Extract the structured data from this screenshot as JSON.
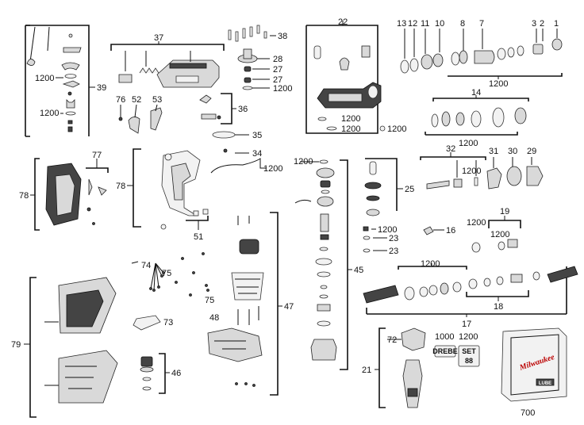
{
  "parts": [
    {
      "id": "39",
      "label": "39"
    },
    {
      "id": "37",
      "label": "37"
    },
    {
      "id": "38",
      "label": "38"
    },
    {
      "id": "28",
      "label": "28"
    },
    {
      "id": "27a",
      "label": "27"
    },
    {
      "id": "27b",
      "label": "27"
    },
    {
      "id": "1200a",
      "label": "1200"
    },
    {
      "id": "36",
      "label": "36"
    },
    {
      "id": "76",
      "label": "76"
    },
    {
      "id": "52",
      "label": "52"
    },
    {
      "id": "53",
      "label": "53"
    },
    {
      "id": "35",
      "label": "35"
    },
    {
      "id": "34",
      "label": "34"
    },
    {
      "id": "1200b",
      "label": "1200"
    },
    {
      "id": "22",
      "label": "22"
    },
    {
      "id": "1200c",
      "label": "1200"
    },
    {
      "id": "1200d",
      "label": "1200"
    },
    {
      "id": "1200e",
      "label": "1200"
    },
    {
      "id": "13",
      "label": "13"
    },
    {
      "id": "12",
      "label": "12"
    },
    {
      "id": "11",
      "label": "11"
    },
    {
      "id": "10",
      "label": "10"
    },
    {
      "id": "8",
      "label": "8"
    },
    {
      "id": "7",
      "label": "7"
    },
    {
      "id": "3",
      "label": "3"
    },
    {
      "id": "2",
      "label": "2"
    },
    {
      "id": "1",
      "label": "1"
    },
    {
      "id": "1200f",
      "label": "1200"
    },
    {
      "id": "14",
      "label": "14"
    },
    {
      "id": "1200g",
      "label": "1200"
    },
    {
      "id": "32",
      "label": "32"
    },
    {
      "id": "1200h",
      "label": "1200"
    },
    {
      "id": "31",
      "label": "31"
    },
    {
      "id": "30",
      "label": "30"
    },
    {
      "id": "29",
      "label": "29"
    },
    {
      "id": "77",
      "label": "77"
    },
    {
      "id": "78a",
      "label": "78"
    },
    {
      "id": "78b",
      "label": "78"
    },
    {
      "id": "51",
      "label": "51"
    },
    {
      "id": "1200i",
      "label": "1200"
    },
    {
      "id": "25",
      "label": "25"
    },
    {
      "id": "1200j",
      "label": "1200"
    },
    {
      "id": "16",
      "label": "16"
    },
    {
      "id": "23a",
      "label": "23"
    },
    {
      "id": "23b",
      "label": "23"
    },
    {
      "id": "45",
      "label": "45"
    },
    {
      "id": "19",
      "label": "19"
    },
    {
      "id": "1200k",
      "label": "1200"
    },
    {
      "id": "1200l",
      "label": "1200"
    },
    {
      "id": "1200m",
      "label": "1200"
    },
    {
      "id": "18",
      "label": "18"
    },
    {
      "id": "17",
      "label": "17"
    },
    {
      "id": "74",
      "label": "74"
    },
    {
      "id": "75a",
      "label": "75"
    },
    {
      "id": "75b",
      "label": "75"
    },
    {
      "id": "73",
      "label": "73"
    },
    {
      "id": "48",
      "label": "48"
    },
    {
      "id": "47",
      "label": "47"
    },
    {
      "id": "79",
      "label": "79"
    },
    {
      "id": "46",
      "label": "46"
    },
    {
      "id": "72",
      "label": "72"
    },
    {
      "id": "21",
      "label": "21"
    },
    {
      "id": "1000",
      "label": "1000"
    },
    {
      "id": "1200n",
      "label": "1200"
    },
    {
      "id": "700",
      "label": "700"
    },
    {
      "id": "1200o",
      "label": "1200"
    },
    {
      "id": "1200p",
      "label": "1200"
    }
  ],
  "printed_marks": {
    "card_1000": "DREBE",
    "card_set": "SET",
    "card_set_number": "88",
    "case_brand": "Milwaukee",
    "case_badge": "LUBE"
  }
}
